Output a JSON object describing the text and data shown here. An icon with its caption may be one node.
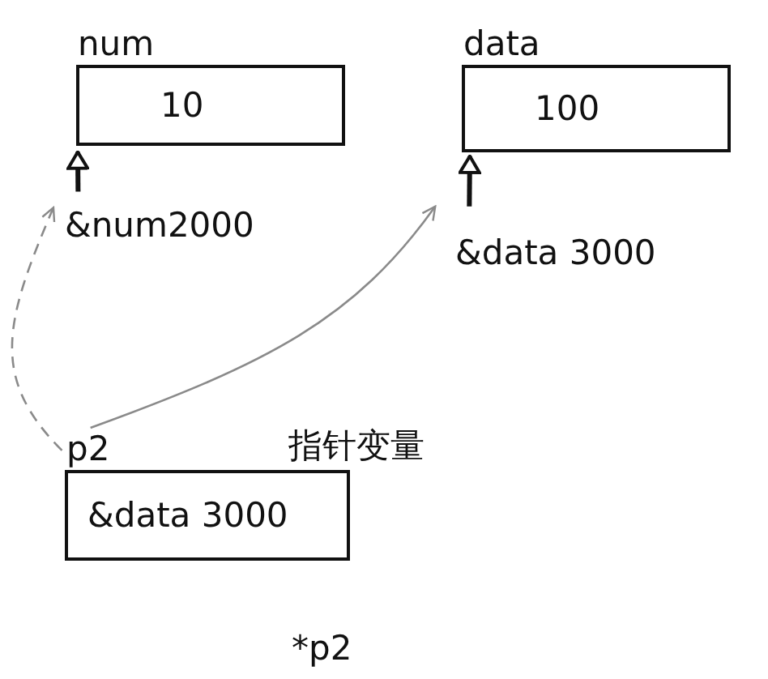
{
  "diagram": {
    "nodes": [
      {
        "text": [
          "num",
          "10"
        ]
      },
      {
        "text": [
          "&num2000"
        ]
      },
      {
        "text": [
          "data",
          "100"
        ]
      },
      {
        "text": [
          "&data 3000"
        ]
      },
      {
        "text": [
          "p2",
          "&data 3000"
        ],
        "beside": [
          "指针变量"
        ]
      }
    ],
    "edges": [
      {
        "from": 1,
        "to": 0,
        "arrow": "to",
        "style": "thick"
      },
      {
        "from": 3,
        "to": 2,
        "arrow": "to",
        "style": "thick"
      },
      {
        "from": 4,
        "to": 1,
        "arrow": "to",
        "style": "dashed",
        "color": "#8a8a8a"
      },
      {
        "from": 4,
        "to": 3,
        "arrow": "to",
        "color": "#8a8a8a"
      }
    ],
    "labels": [
      "*p2"
    ]
  }
}
